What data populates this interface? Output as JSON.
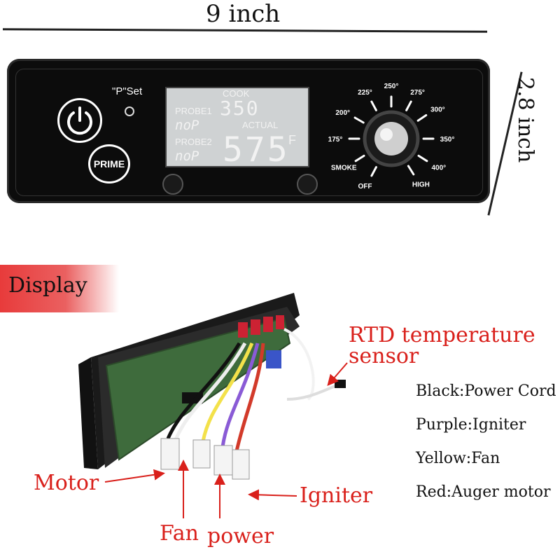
{
  "dimensions": {
    "width_label": "9 inch",
    "height_label": "2.8 inch"
  },
  "panel": {
    "pset_label": "\"P\"Set",
    "prime_label": "PRIME",
    "lcd": {
      "cook_label": "COOK",
      "set_temp": "350",
      "probe1_label": "PROBE1",
      "probe1_value": "noP",
      "actual_label": "ACTUAL",
      "probe2_label": "PROBE2",
      "probe2_value": "noP",
      "actual_temp": "575",
      "unit": "F"
    },
    "dial": {
      "labels": [
        "225°",
        "250°",
        "275°",
        "300°",
        "350°",
        "400°",
        "HIGH",
        "OFF",
        "SMOKE",
        "175°",
        "200°"
      ]
    }
  },
  "photo": {
    "section_label": "Display",
    "callouts": {
      "rtd": [
        "RTD temperature",
        "sensor"
      ],
      "motor": "Motor",
      "igniter": "Igniter",
      "fan": "Fan",
      "power": "power"
    },
    "legend": [
      "Black:Power Cord",
      "Purple:Igniter",
      "Yellow:Fan",
      "Red:Auger motor"
    ]
  },
  "colors": {
    "callout_red": "#d9201b",
    "panel_black": "#0c0c0c",
    "lcd_bg": "#cfd2d3"
  }
}
